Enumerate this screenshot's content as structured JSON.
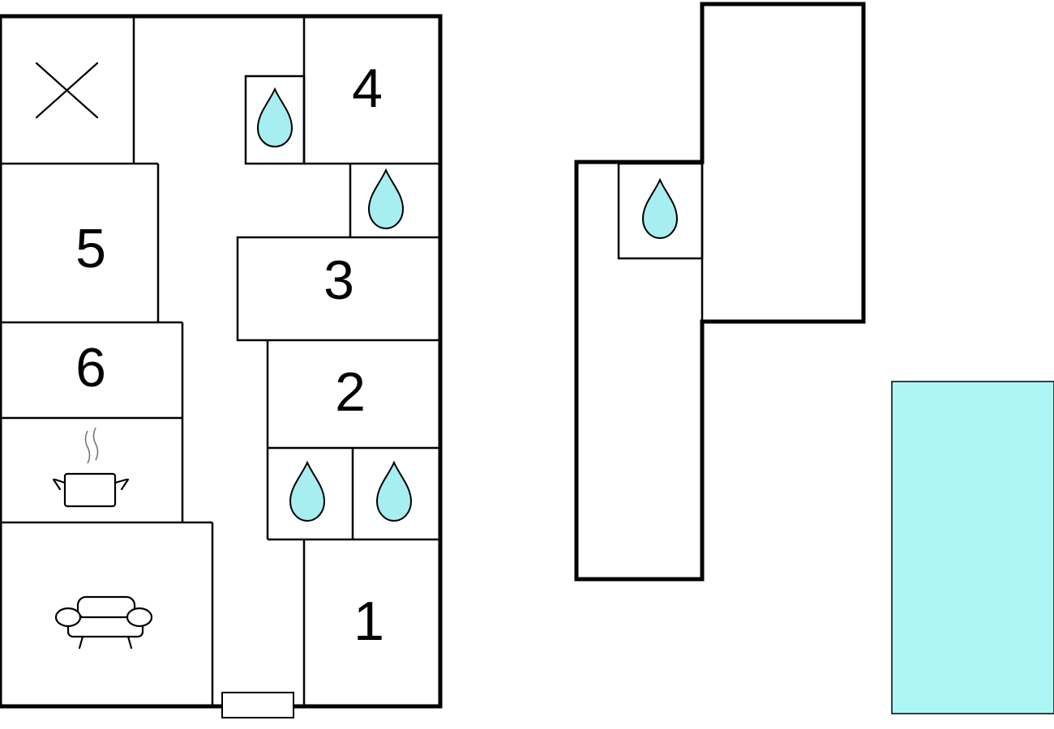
{
  "colors": {
    "wall": "#000000",
    "background": "#ffffff",
    "water": "#aef6f6",
    "drop": "#a6eef0"
  },
  "rooms": {
    "room_4": "4",
    "room_5": "5",
    "room_3": "3",
    "room_6": "6",
    "room_2": "2",
    "room_1": "1"
  },
  "icons": {
    "closed_room": "x-mark-icon",
    "bathroom": "water-drop-icon",
    "kitchen": "cooking-pot-icon",
    "living_room": "sofa-icon",
    "entrance": "door-step-icon"
  }
}
